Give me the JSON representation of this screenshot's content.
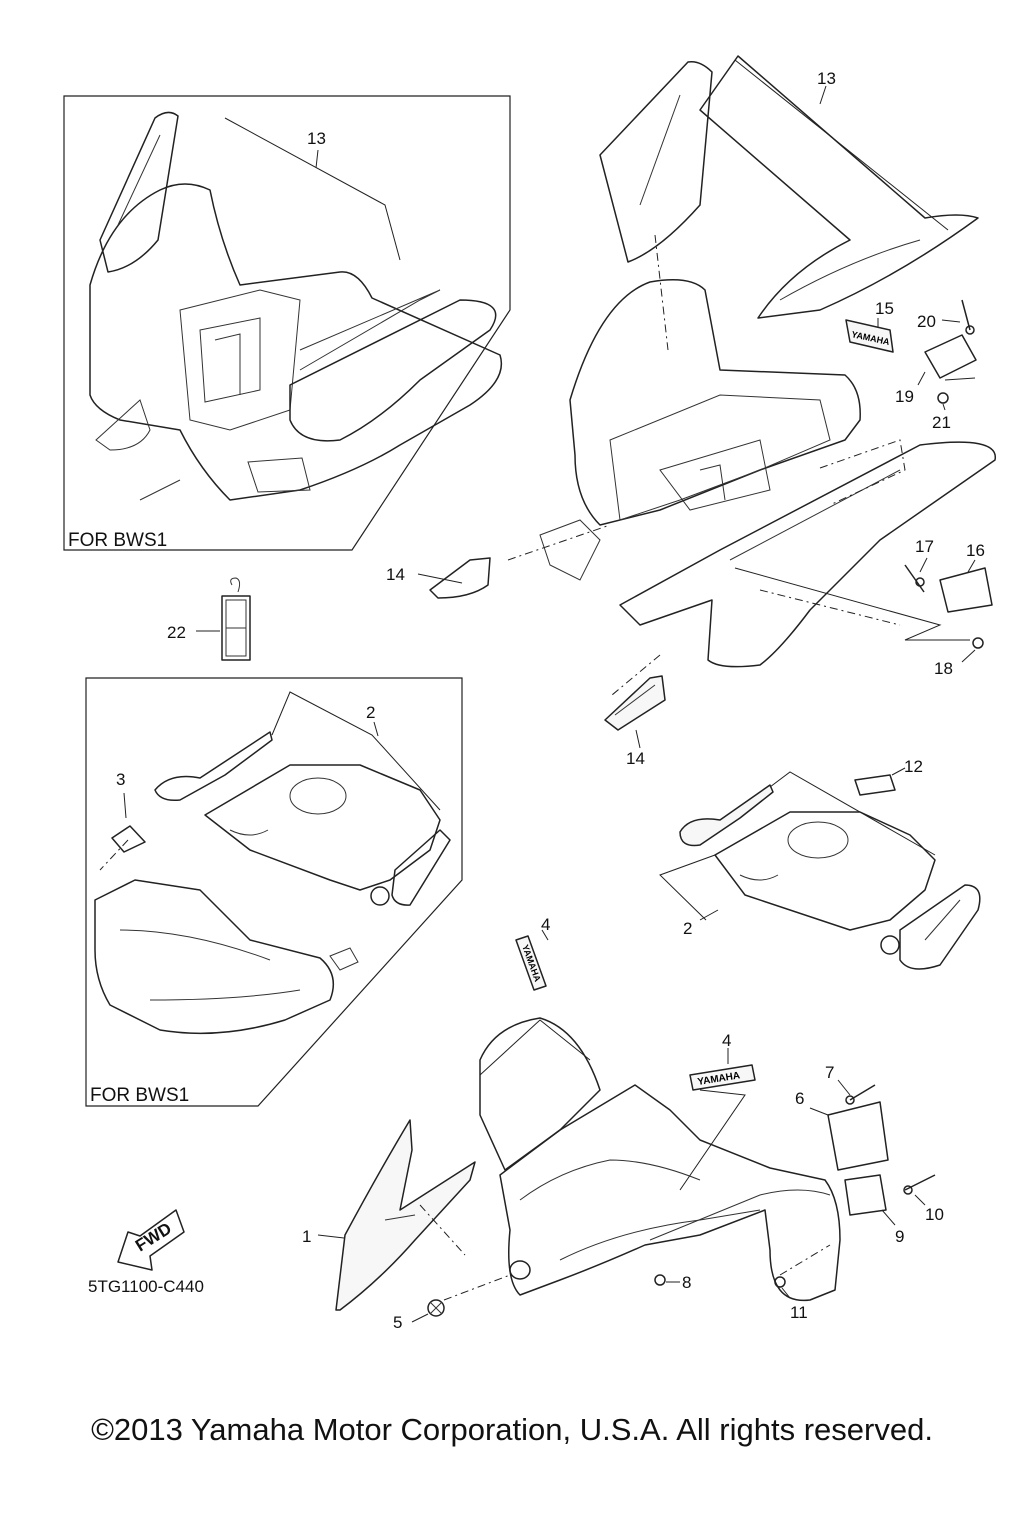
{
  "diagram": {
    "callouts": {
      "c1": "1",
      "c2a": "2",
      "c2b": "2",
      "c3": "3",
      "c4a": "4",
      "c4b": "4",
      "c5": "5",
      "c6": "6",
      "c7": "7",
      "c8": "8",
      "c9": "9",
      "c10": "10",
      "c11": "11",
      "c12": "12",
      "c13a": "13",
      "c13b": "13",
      "c14a": "14",
      "c14b": "14",
      "c15": "15",
      "c16": "16",
      "c17": "17",
      "c18": "18",
      "c19": "19",
      "c20": "20",
      "c21": "21",
      "c22": "22"
    },
    "box_label_top": "FOR BWS1",
    "box_label_mid": "FOR BWS1",
    "fwd_label": "FWD",
    "drawing_code": "5TG1100-C440",
    "decal_brand": "YAMAHA"
  },
  "footer": {
    "copyright": "©2013 Yamaha Motor Corporation, U.S.A. All rights reserved."
  }
}
